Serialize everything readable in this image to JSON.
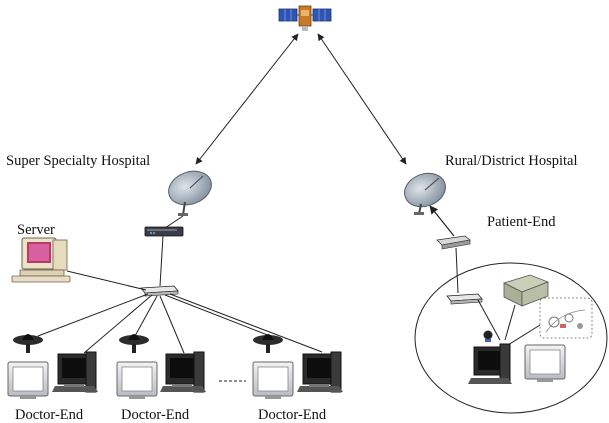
{
  "labels": {
    "super_hospital": "Super Specialty Hospital",
    "rural_hospital": "Rural/District Hospital",
    "server": "Server",
    "patient_end": "Patient-End",
    "doctor_end_1": "Doctor-End",
    "doctor_end_2": "Doctor-End",
    "doctor_end_3": "Doctor-End"
  },
  "colors": {
    "line": "#222222",
    "dish": "#8a97a6",
    "monitor": "#d9dbe0",
    "screen_dark": "#1a1a1a",
    "satellite_panel": "#2f55b5",
    "satellite_body": "#c8792a"
  },
  "icons": [
    "satellite-icon",
    "dish-icon",
    "modem-icon",
    "switch-icon",
    "server-computer-icon",
    "webcam-icon",
    "monitor-icon",
    "workstation-icon",
    "scanner-icon",
    "medical-devices-icon"
  ]
}
